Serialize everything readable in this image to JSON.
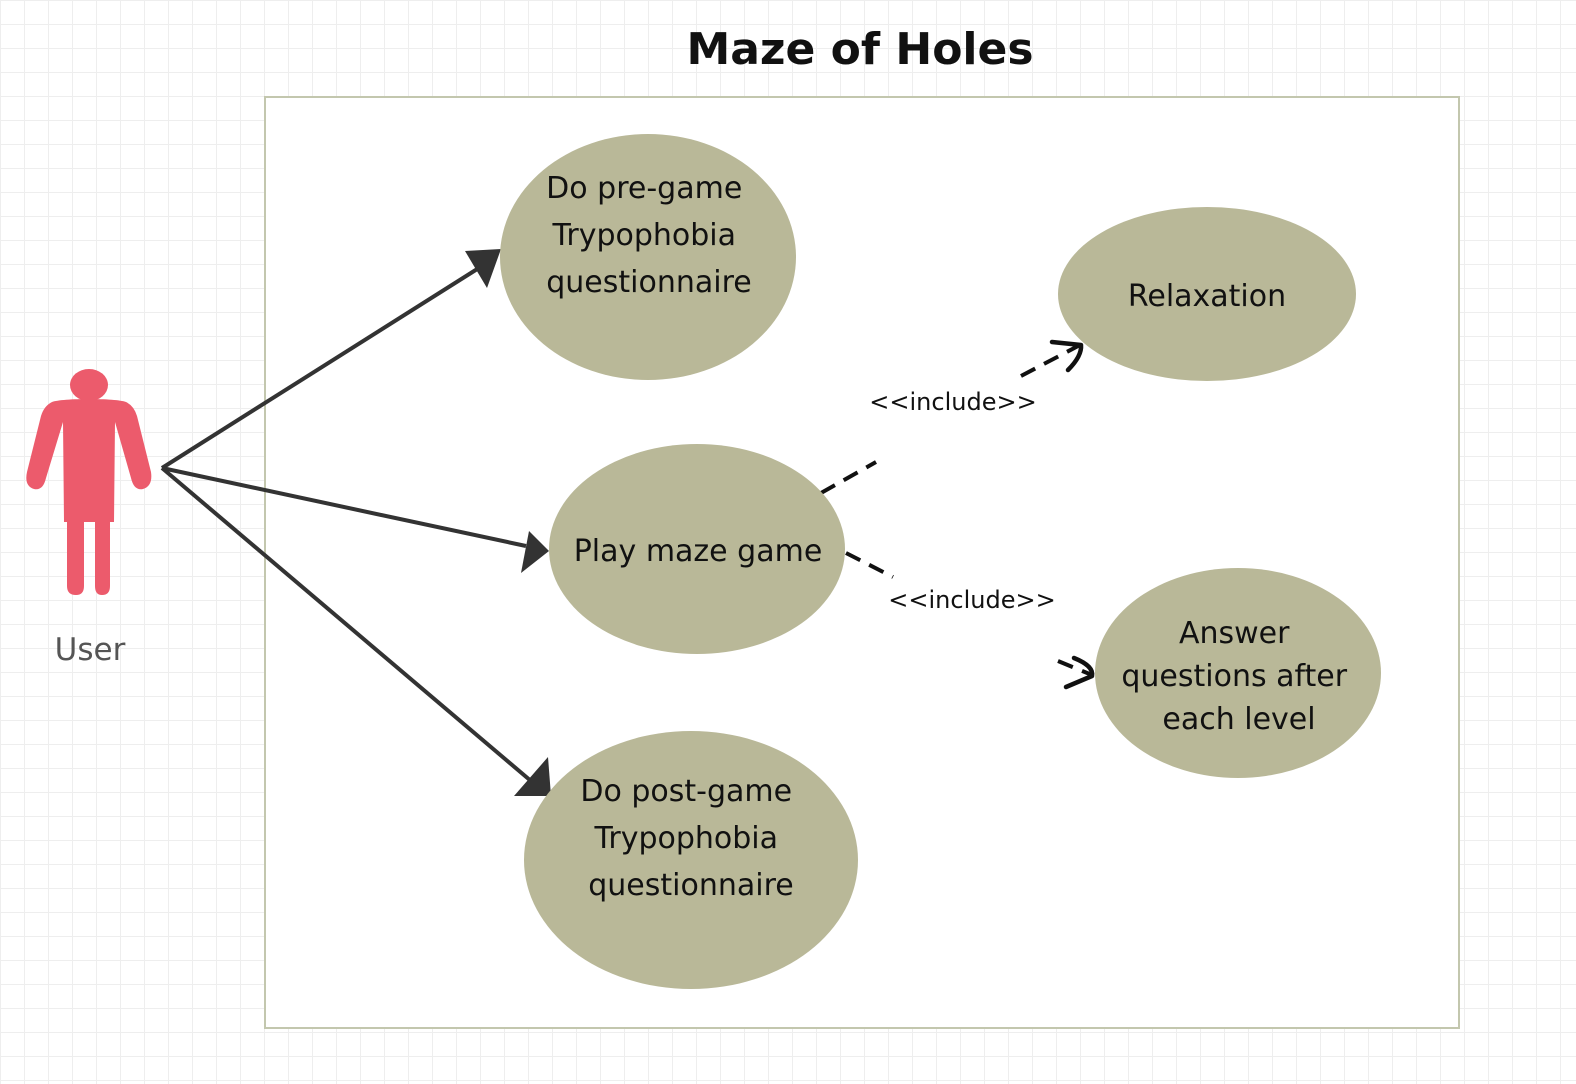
{
  "title": "Maze of Holes",
  "actor": {
    "label": "User",
    "color": "#ec5b6c"
  },
  "colors": {
    "use_case_fill": "#b9b898",
    "boundary_stroke": "#c3c7ae",
    "association_line": "#333333"
  },
  "use_cases": [
    {
      "id": "pre",
      "lines": [
        "Do pre-game",
        "Trypophobia",
        "questionnaire"
      ]
    },
    {
      "id": "play",
      "lines": [
        "Play maze game"
      ]
    },
    {
      "id": "post",
      "lines": [
        "Do post-game",
        "Trypophobia",
        "questionnaire"
      ]
    },
    {
      "id": "relax",
      "lines": [
        "Relaxation"
      ]
    },
    {
      "id": "answer",
      "lines": [
        "Answer",
        "questions after",
        "each level"
      ]
    }
  ],
  "associations": [
    {
      "from": "actor",
      "to": "pre"
    },
    {
      "from": "actor",
      "to": "play"
    },
    {
      "from": "actor",
      "to": "post"
    }
  ],
  "includes": [
    {
      "from": "play",
      "to": "relax",
      "label": "<<include>>"
    },
    {
      "from": "play",
      "to": "answer",
      "label": "<<include>>"
    }
  ]
}
